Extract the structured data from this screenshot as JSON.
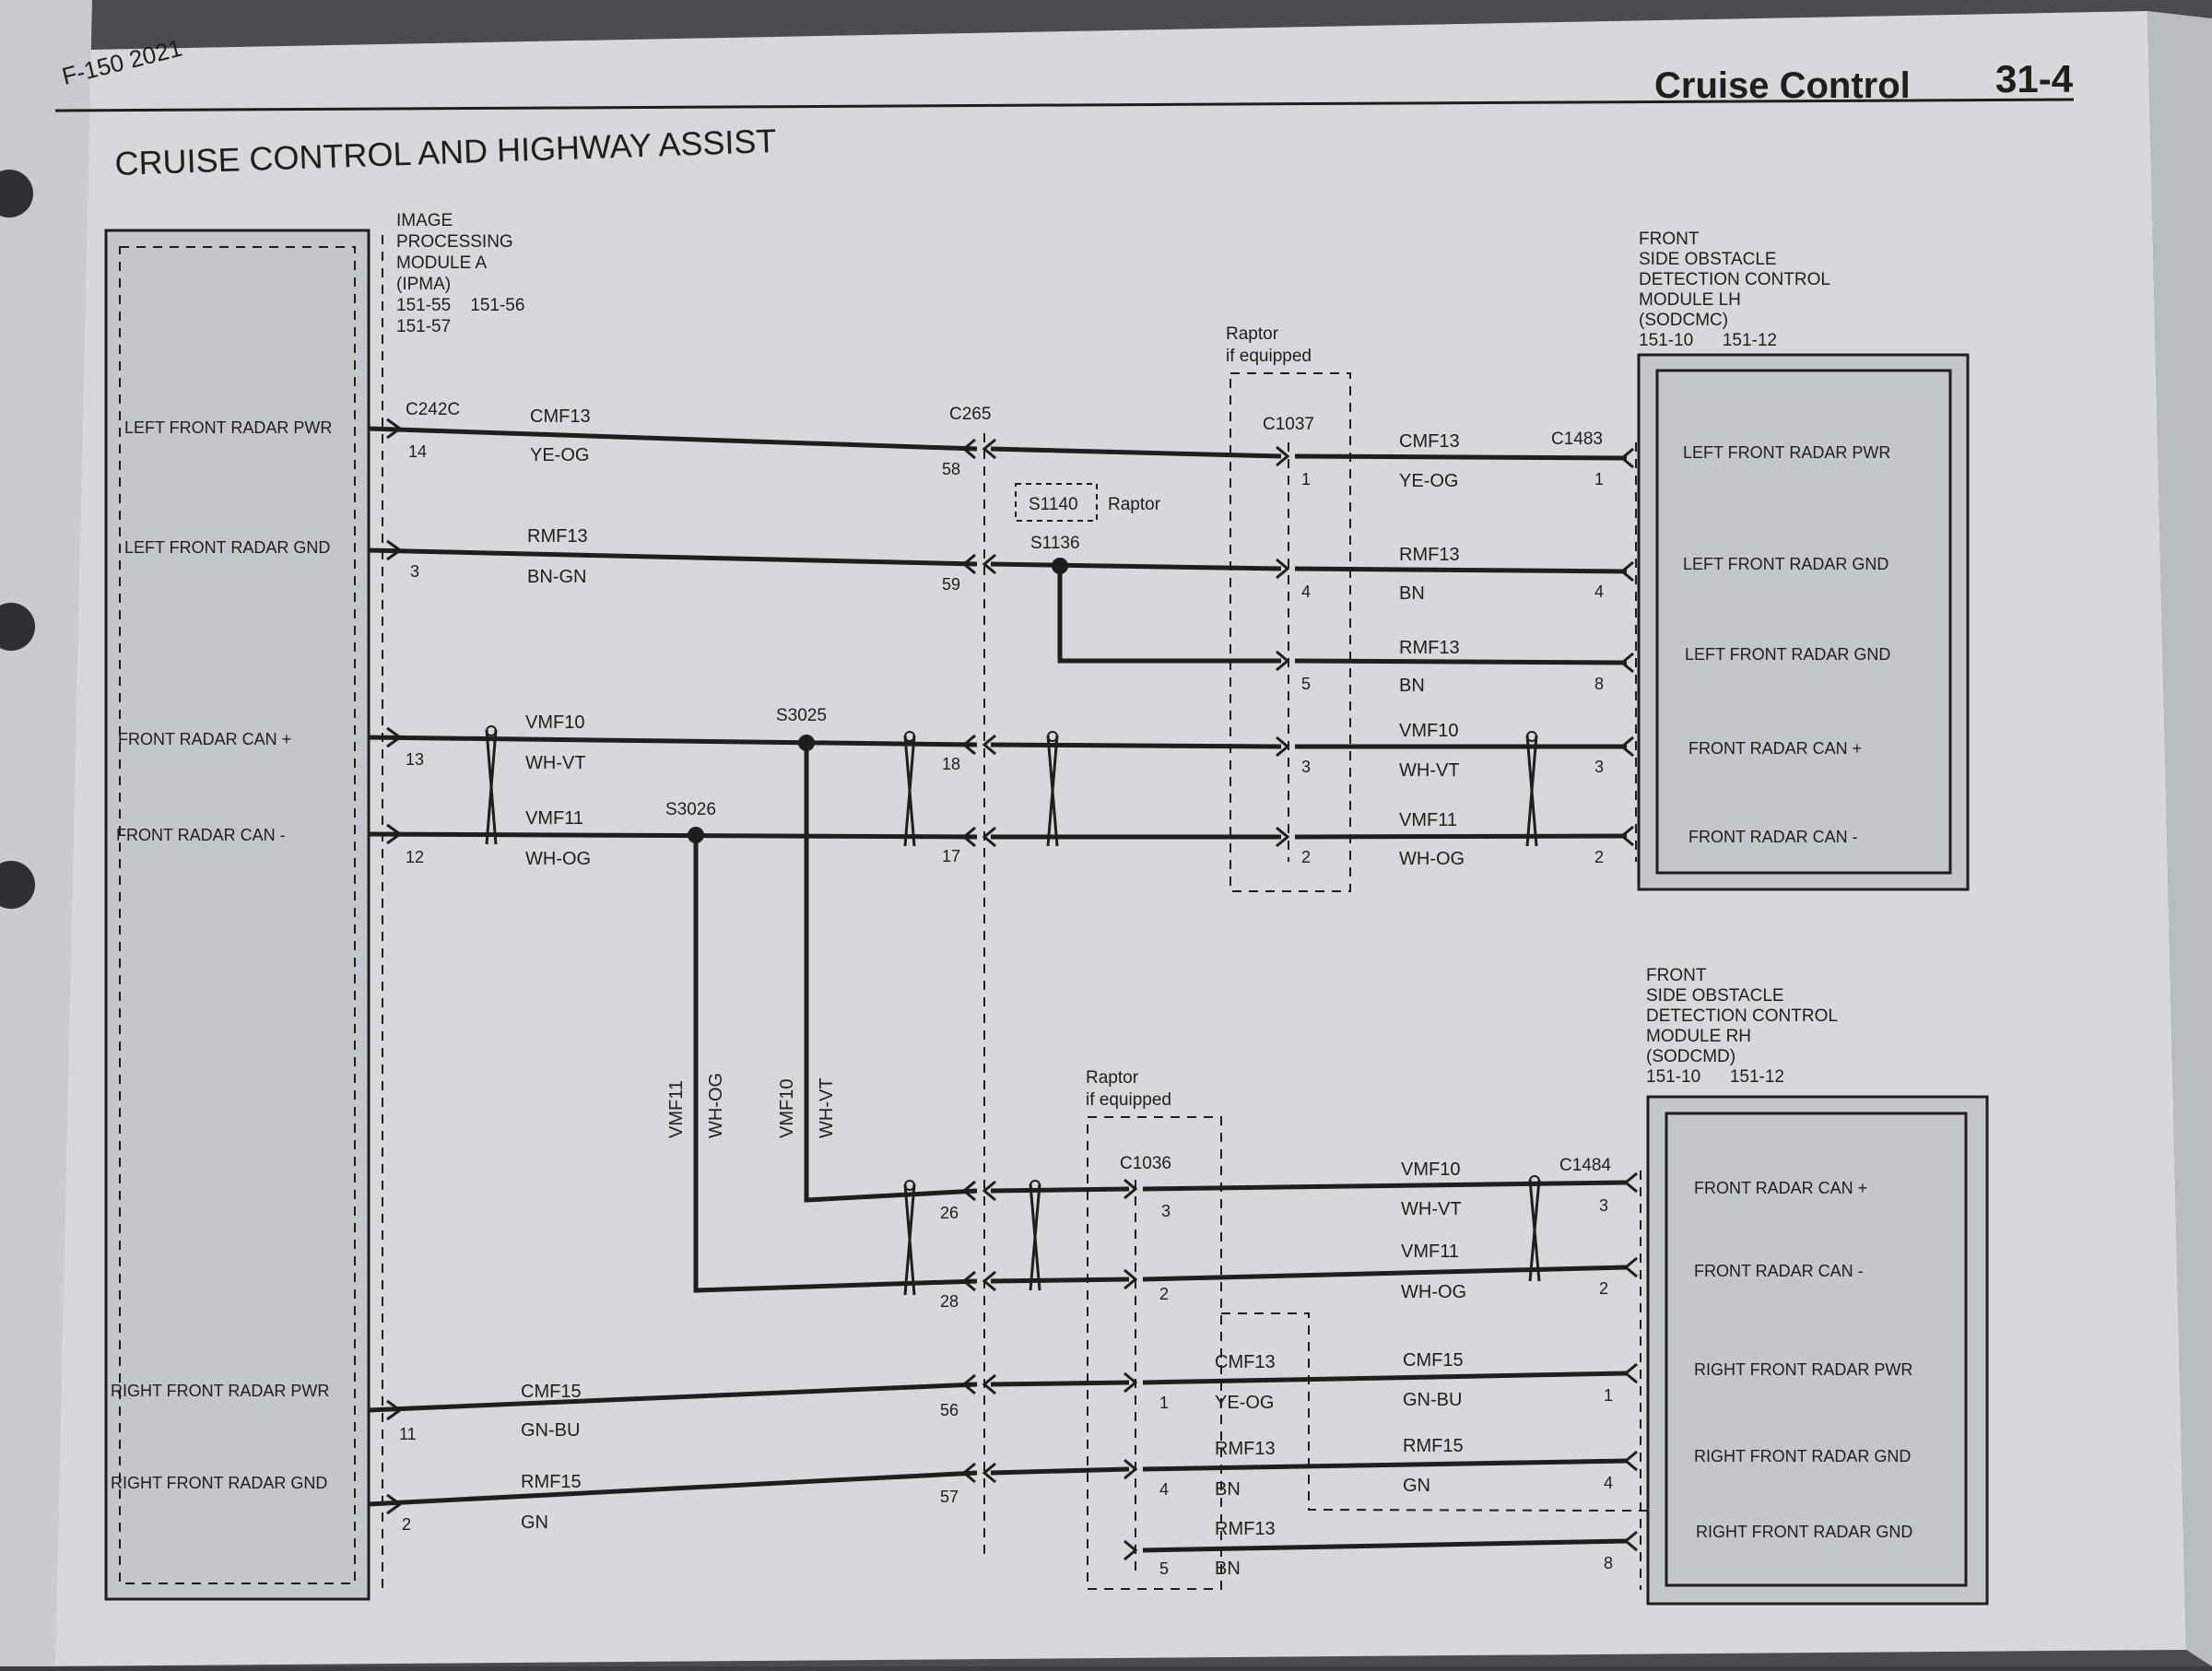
{
  "page_header": {
    "model_year": "F-150 2021",
    "section_title": "Cruise Control",
    "page_number": "31-4"
  },
  "diagram_title": "CRUISE CONTROL AND HIGHWAY ASSIST",
  "modules": {
    "ipma": {
      "name_lines": [
        "IMAGE",
        "PROCESSING",
        "MODULE A",
        "(IPMA)"
      ],
      "ref_lines": [
        "151-55    151-56",
        "151-57"
      ],
      "signals": [
        "LEFT FRONT RADAR PWR",
        "LEFT FRONT RADAR GND",
        "FRONT RADAR CAN +",
        "FRONT RADAR CAN -",
        "RIGHT FRONT RADAR PWR",
        "RIGHT FRONT RADAR GND"
      ]
    },
    "sodcmc": {
      "name_lines": [
        "FRONT",
        "SIDE OBSTACLE",
        "DETECTION CONTROL",
        "MODULE LH",
        "(SODCMC)"
      ],
      "ref_lines": [
        "151-10      151-12"
      ],
      "signals": [
        "LEFT FRONT RADAR PWR",
        "LEFT FRONT RADAR GND",
        "LEFT FRONT RADAR GND",
        "FRONT RADAR CAN +",
        "FRONT RADAR CAN -"
      ]
    },
    "sodcmd": {
      "name_lines": [
        "FRONT",
        "SIDE OBSTACLE",
        "DETECTION CONTROL",
        "MODULE RH",
        "(SODCMD)"
      ],
      "ref_lines": [
        "151-10      151-12"
      ],
      "signals": [
        "FRONT RADAR CAN +",
        "FRONT RADAR CAN -",
        "RIGHT FRONT RADAR PWR",
        "RIGHT FRONT RADAR GND",
        "RIGHT FRONT RADAR GND"
      ]
    }
  },
  "connectors": {
    "c242c": "C242C",
    "c265": "C265",
    "c1037": "C1037",
    "c1483": "C1483",
    "c1036": "C1036",
    "c1484": "C1484"
  },
  "splices": {
    "s1140": "S1140",
    "s1140_note": "Raptor",
    "s1136": "S1136",
    "s3025": "S3025",
    "s3026": "S3026"
  },
  "raptor_box_lines": [
    "Raptor",
    "if equipped"
  ],
  "left_circuits": [
    {
      "circuit": "CMF13",
      "color": "YE-OG",
      "pin_ipma": "14",
      "pin_c265": "58"
    },
    {
      "circuit": "RMF13",
      "color": "BN-GN",
      "pin_ipma": "3",
      "pin_c265": "59"
    },
    {
      "circuit": "VMF10",
      "color": "WH-VT",
      "pin_ipma": "13",
      "pin_c265": "18"
    },
    {
      "circuit": "VMF11",
      "color": "WH-OG",
      "pin_ipma": "12",
      "pin_c265": "17"
    }
  ],
  "lh_circuits": [
    {
      "circuit": "CMF13",
      "color": "YE-OG",
      "pin_c1037": "1",
      "pin_c1483": "1"
    },
    {
      "circuit": "RMF13",
      "color": "BN",
      "pin_c1037": "4",
      "pin_c1483": "4"
    },
    {
      "circuit": "RMF13",
      "color": "BN",
      "pin_c1037": "5",
      "pin_c1483": "8"
    },
    {
      "circuit": "VMF10",
      "color": "WH-VT",
      "pin_c1037": "3",
      "pin_c1483": "3"
    },
    {
      "circuit": "VMF11",
      "color": "WH-OG",
      "pin_c1037": "2",
      "pin_c1483": "2"
    }
  ],
  "vertical_labels": {
    "v11_circuit": "VMF11",
    "v11_color": "WH-OG",
    "v10_circuit": "VMF10",
    "v10_color": "WH-VT"
  },
  "rh_can": [
    {
      "pin_c265": "26",
      "pin_c1036": "3",
      "circuit": "VMF10",
      "color": "WH-VT",
      "pin_c1484": "3"
    },
    {
      "pin_c265": "28",
      "pin_c1036": "2",
      "circuit": "VMF11",
      "color": "WH-OG",
      "pin_c1484": "2"
    }
  ],
  "rh_power": [
    {
      "circuit_left": "CMF15",
      "color_left": "GN-BU",
      "pin_ipma": "11",
      "pin_c265": "56",
      "pin_c1036": "1",
      "circuit_mid": "CMF13",
      "color_mid": "YE-OG",
      "circuit_right": "CMF15",
      "color_right": "GN-BU",
      "pin_c1484": "1"
    },
    {
      "circuit_left": "RMF15",
      "color_left": "GN",
      "pin_ipma": "2",
      "pin_c265": "57",
      "pin_c1036": "4",
      "circuit_mid": "RMF13",
      "color_mid": "BN",
      "circuit_right": "RMF15",
      "color_right": "GN",
      "pin_c1484": "4"
    },
    {
      "pin_c1036": "5",
      "circuit_mid": "RMF13",
      "color_mid": "BN",
      "pin_c1484": "8"
    }
  ],
  "colors": {
    "paper": "#d6d8dc",
    "module_fill": "#c3c6cb",
    "ink": "#1e1e1e"
  }
}
